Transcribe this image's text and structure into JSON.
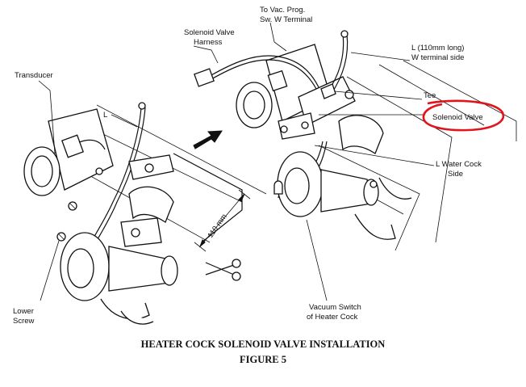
{
  "labels": {
    "transducer": "Transducer",
    "l_left": "L",
    "solenoid_valve_harness_1": "Solenoid Valve",
    "solenoid_valve_harness_2": "Harness",
    "to_vac_prog_1": "To Vac. Prog.",
    "to_vac_prog_2": "Sw. W Terminal",
    "l_110_1": "L  (110mm long)",
    "l_110_2": "W terminal side",
    "tee": "Tee",
    "solenoid_valve": "Solenoid Valve",
    "l_water_cock_1": "L Water Cock",
    "l_water_cock_2": "Side",
    "dimension": "110 mm",
    "lower_screw_1": "Lower",
    "lower_screw_2": "Screw",
    "vacuum_switch_1": "Vacuum Switch",
    "vacuum_switch_2": "of Heater Cock"
  },
  "caption": {
    "title": "HEATER COCK SOLENOID VALVE INSTALLATION",
    "figure": "FIGURE 5"
  },
  "colors": {
    "ink": "#111111",
    "highlight": "#e0141b"
  }
}
